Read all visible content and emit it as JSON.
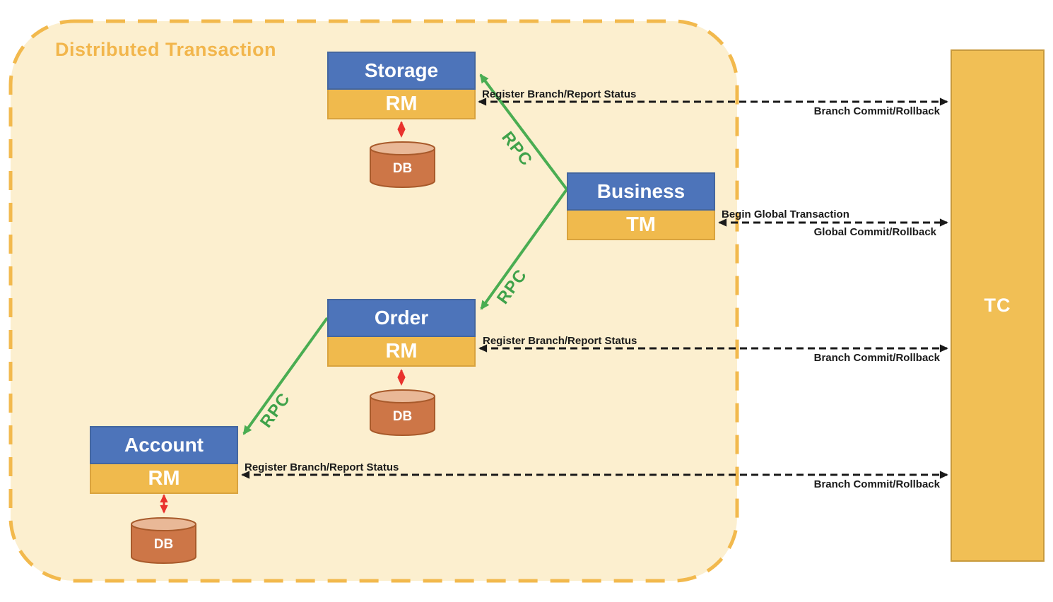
{
  "palette": {
    "node_header_blue": "#4d74ba",
    "node_role_yellow": "#f0ba4d",
    "container_background": "#fcefcf",
    "container_border": "#f2b94d",
    "tc_fill": "#f1bf55",
    "rpc_green": "#4aad52",
    "db_arrow_red": "#e9322d",
    "cylinder_body": "#cd7647",
    "cylinder_top": "#e9b897",
    "label_black": "#1a1a1a"
  },
  "container": {
    "title": "Distributed Transaction"
  },
  "nodes": {
    "storage": {
      "title": "Storage",
      "role": "RM",
      "db": "DB"
    },
    "business": {
      "title": "Business",
      "role": "TM"
    },
    "order": {
      "title": "Order",
      "role": "RM",
      "db": "DB"
    },
    "account": {
      "title": "Account",
      "role": "RM",
      "db": "DB"
    }
  },
  "tc": {
    "label": "TC"
  },
  "rpc_label": "RPC",
  "arrows": {
    "storage_tc": {
      "top": "Register Branch/Report Status",
      "bottom": "Branch Commit/Rollback"
    },
    "business_tc": {
      "top": "Begin Global Transaction",
      "bottom": "Global Commit/Rollback"
    },
    "order_tc": {
      "top": "Register Branch/Report Status",
      "bottom": "Branch Commit/Rollback"
    },
    "account_tc": {
      "top": "Register Branch/Report Status",
      "bottom": "Branch Commit/Rollback"
    }
  }
}
